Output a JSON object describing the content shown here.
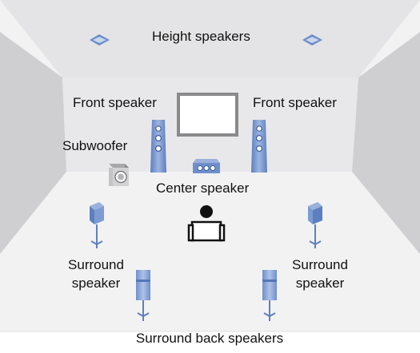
{
  "diagram": {
    "labels": {
      "height_speakers": "Height speakers",
      "front_speaker_left": "Front speaker",
      "front_speaker_right": "Front speaker",
      "subwoofer": "Subwoofer",
      "center_speaker": "Center speaker",
      "surround_left_line1": "Surround",
      "surround_left_line2": "speaker",
      "surround_right_line1": "Surround",
      "surround_right_line2": "speaker",
      "surround_back_speakers": "Surround back speakers"
    },
    "icons": [
      "height-speaker-icon",
      "tower-speaker-icon",
      "center-speaker-icon",
      "subwoofer-icon",
      "surround-speaker-icon",
      "surround-back-speaker-icon",
      "listener-icon",
      "tv-screen-icon"
    ],
    "colors": {
      "speaker_blue": "#7b9bd2",
      "speaker_dark": "#3d5f9e",
      "wall_dark": "#cbcbcd",
      "wall_light": "#e6e6e8",
      "floor": "#f2f2f3"
    }
  }
}
